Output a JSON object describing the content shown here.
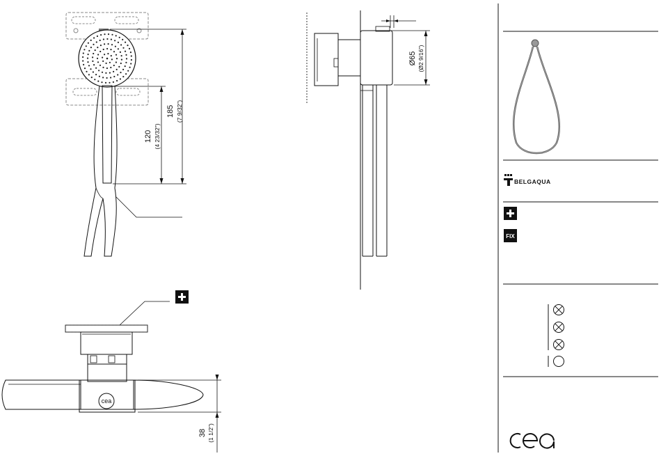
{
  "dimensions": {
    "d185": {
      "value": "185",
      "imperial": "(7 9/32\")"
    },
    "d120": {
      "value": "120",
      "imperial": "(4 23/32\")"
    },
    "d65": {
      "value": "Ø65",
      "imperial": "(Ø2 9/16\")"
    },
    "d38": {
      "value": "38",
      "imperial": "(1 1/2\")"
    }
  },
  "product": {
    "knob_logo": "cea"
  },
  "sidebar": {
    "brand": "BELGAQUA",
    "plus_icon": "plus-icon",
    "fix_label": "FIX",
    "cleaning_icons": [
      "circle-x-icon",
      "circle-x-icon",
      "circle-x-icon",
      "circle-icon"
    ],
    "company_logo": "cea"
  }
}
